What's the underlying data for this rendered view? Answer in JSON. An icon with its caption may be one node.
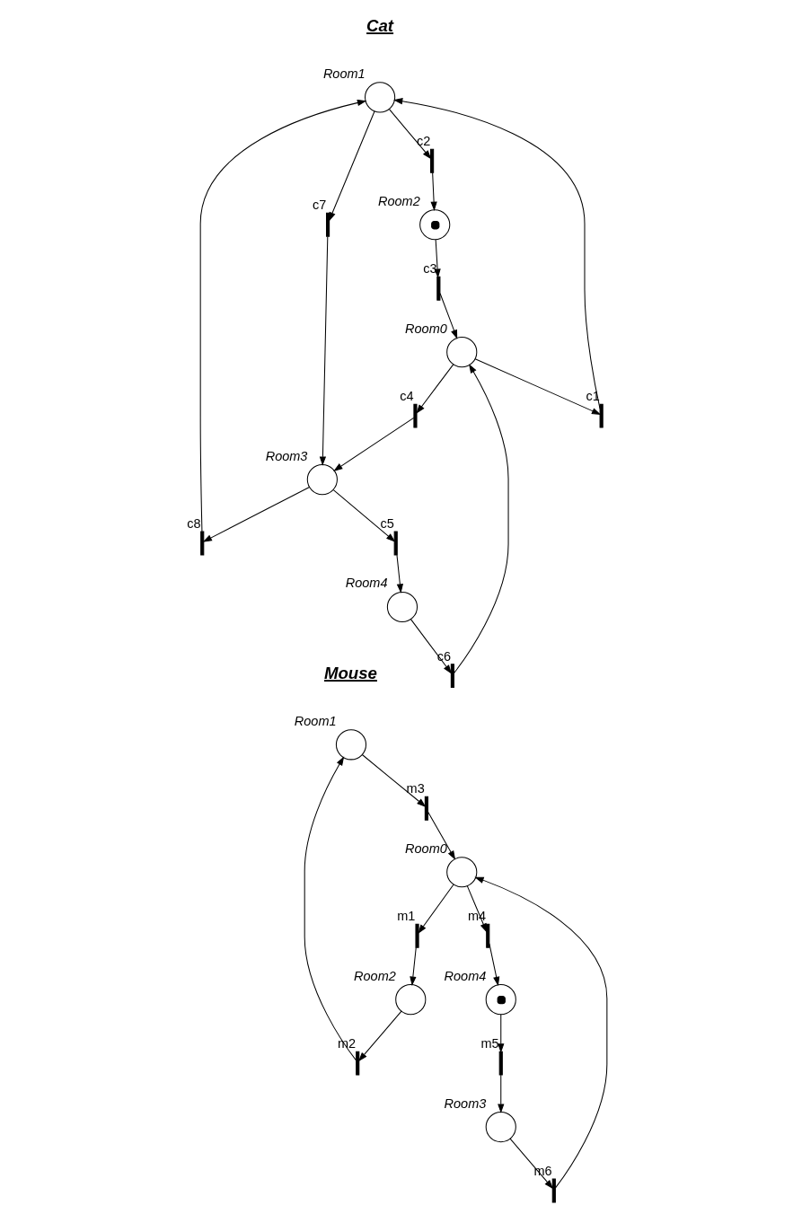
{
  "diagram": {
    "nodes": [
      {
        "text": [],
        "shape": "circle",
        "beside": [
          "Room1"
        ]
      },
      {
        "text": [],
        "shape": "marked-circle",
        "beside": [
          "Room2"
        ]
      },
      {
        "text": [],
        "shape": "circle",
        "beside": [
          "Room0"
        ]
      },
      {
        "text": [],
        "shape": "circle",
        "beside": [
          "Room3"
        ]
      },
      {
        "text": [],
        "shape": "circle",
        "beside": [
          "Room4"
        ]
      },
      {
        "text": [],
        "shape": "bar",
        "beside": [
          "c2"
        ]
      },
      {
        "text": [],
        "shape": "bar",
        "beside": [
          "c3"
        ]
      },
      {
        "text": [],
        "shape": "bar",
        "beside": [
          "c1"
        ]
      },
      {
        "text": [],
        "shape": "bar",
        "beside": [
          "c7"
        ]
      },
      {
        "text": [],
        "shape": "bar",
        "beside": [
          "c8"
        ]
      },
      {
        "text": [],
        "shape": "bar",
        "beside": [
          "c4"
        ]
      },
      {
        "text": [],
        "shape": "bar",
        "beside": [
          "c5"
        ]
      },
      {
        "text": [],
        "shape": "bar",
        "beside": [
          "c6"
        ]
      },
      {
        "text": [],
        "shape": "circle",
        "beside": [
          "Room1"
        ]
      },
      {
        "text": [],
        "shape": "circle",
        "beside": [
          "Room2"
        ]
      },
      {
        "text": [],
        "shape": "circle",
        "beside": [
          "Room0"
        ]
      },
      {
        "text": [],
        "shape": "circle",
        "beside": [
          "Room3"
        ]
      },
      {
        "text": [],
        "shape": "marked-circle",
        "beside": [
          "Room4"
        ]
      },
      {
        "text": [],
        "shape": "bar",
        "beside": [
          "m2"
        ]
      },
      {
        "text": [],
        "shape": "bar",
        "beside": [
          "m3"
        ]
      },
      {
        "text": [],
        "shape": "bar",
        "beside": [
          "m1"
        ]
      },
      {
        "text": [],
        "shape": "bar",
        "beside": [
          "m6"
        ]
      },
      {
        "text": [],
        "shape": "bar",
        "beside": [
          "m4"
        ]
      },
      {
        "text": [],
        "shape": "bar",
        "beside": [
          "m5"
        ]
      }
    ],
    "edges": [
      {
        "from": 0,
        "to": 5,
        "arrow": "to"
      },
      {
        "from": 5,
        "to": 1,
        "arrow": "to"
      },
      {
        "from": 1,
        "to": 6,
        "arrow": "to"
      },
      {
        "from": 6,
        "to": 2,
        "arrow": "to"
      },
      {
        "from": 2,
        "to": 7,
        "arrow": "to"
      },
      {
        "from": 7,
        "to": 0,
        "arrow": "to"
      },
      {
        "from": 0,
        "to": 8,
        "arrow": "to"
      },
      {
        "from": 8,
        "to": 3,
        "arrow": "to"
      },
      {
        "from": 3,
        "to": 9,
        "arrow": "to"
      },
      {
        "from": 9,
        "to": 0,
        "arrow": "to"
      },
      {
        "from": 2,
        "to": 10,
        "arrow": "to"
      },
      {
        "from": 10,
        "to": 3,
        "arrow": "to"
      },
      {
        "from": 3,
        "to": 11,
        "arrow": "to"
      },
      {
        "from": 11,
        "to": 4,
        "arrow": "to"
      },
      {
        "from": 4,
        "to": 12,
        "arrow": "to"
      },
      {
        "from": 12,
        "to": 2,
        "arrow": "to"
      },
      {
        "from": 14,
        "to": 18,
        "arrow": "to"
      },
      {
        "from": 18,
        "to": 13,
        "arrow": "to"
      },
      {
        "from": 13,
        "to": 19,
        "arrow": "to"
      },
      {
        "from": 19,
        "to": 15,
        "arrow": "to"
      },
      {
        "from": 15,
        "to": 20,
        "arrow": "to"
      },
      {
        "from": 20,
        "to": 14,
        "arrow": "to"
      },
      {
        "from": 16,
        "to": 21,
        "arrow": "to"
      },
      {
        "from": 21,
        "to": 15,
        "arrow": "to"
      },
      {
        "from": 15,
        "to": 22,
        "arrow": "to"
      },
      {
        "from": 22,
        "to": 17,
        "arrow": "to"
      },
      {
        "from": 17,
        "to": 23,
        "arrow": "to"
      },
      {
        "from": 23,
        "to": 16,
        "arrow": "to"
      }
    ],
    "labels": [
      "Cat",
      "Mouse"
    ]
  }
}
